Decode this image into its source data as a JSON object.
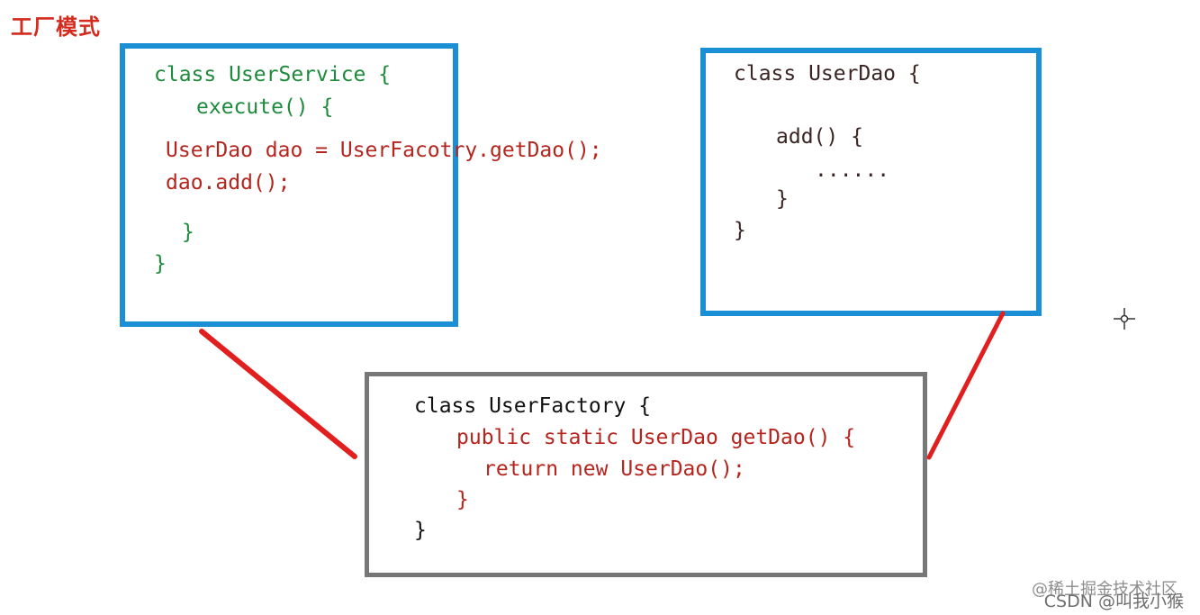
{
  "title": "工厂模式",
  "service": {
    "class_line": "class UserService {",
    "execute_line": "execute() {",
    "dao_line": "UserDao dao = UserFacotry.getDao();",
    "add_line": "dao.add();",
    "inner_close": "}",
    "outer_close": "}"
  },
  "dao": {
    "class_line": "class UserDao {",
    "method_line": "add() {",
    "body_line": "......",
    "method_close": "}",
    "class_close": "}"
  },
  "factory": {
    "class_line": "class UserFactory {",
    "method_line": "public static UserDao getDao() {",
    "return_line": "return new UserDao();",
    "method_close": "}",
    "class_close": "}"
  },
  "watermark": {
    "line1": "@稀土掘金技术社区",
    "line2": "CSDN @叫我小猴"
  },
  "colors": {
    "title": "#d42b1e",
    "service_border": "#1b8fd6",
    "dao_border": "#1b8fd6",
    "factory_border": "#777777",
    "connector": "#e11f1f"
  },
  "icons": {
    "cursor": "crosshair-icon"
  }
}
